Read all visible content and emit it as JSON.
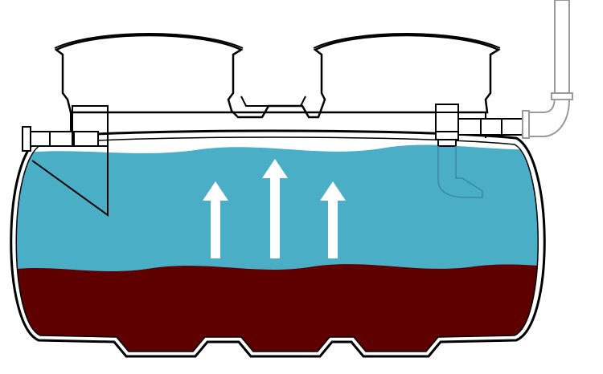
{
  "diagram": {
    "subject": "septic-tank-cross-section",
    "components": [
      {
        "id": "tank-shell",
        "icon": "tank-shell"
      },
      {
        "id": "access-riser-left",
        "icon": "riser"
      },
      {
        "id": "access-riser-right",
        "icon": "riser"
      },
      {
        "id": "inlet-pipe",
        "icon": "pipe"
      },
      {
        "id": "outlet-pipe",
        "icon": "pipe"
      },
      {
        "id": "vent-pipe",
        "icon": "elbow-pipe"
      },
      {
        "id": "outlet-baffle",
        "icon": "baffle"
      },
      {
        "id": "inlet-baffle",
        "icon": "baffle"
      }
    ],
    "layers": [
      {
        "id": "effluent",
        "color": "#4aaec6"
      },
      {
        "id": "sludge",
        "color": "#5e0000"
      }
    ],
    "arrows": {
      "count": 3,
      "direction": "up",
      "color": "#ffffff"
    },
    "colors": {
      "outline": "#000000",
      "background": "#ffffff",
      "pipe_outline": "#9a9a9a",
      "baffle_outline": "#3a8aa0"
    }
  }
}
